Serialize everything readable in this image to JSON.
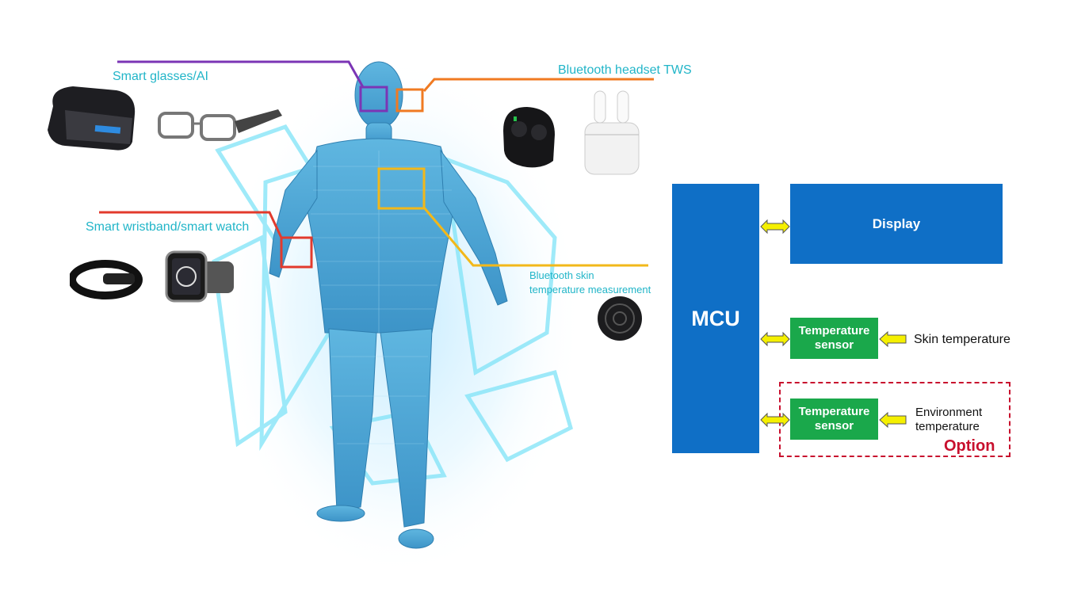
{
  "labels": {
    "smart_glasses": "Smart glasses/AI",
    "headset": "Bluetooth headset TWS",
    "wristband": "Smart wristband/smart watch",
    "skin_measure_line1": "Bluetooth skin",
    "skin_measure_line2": "temperature measurement"
  },
  "block_diagram": {
    "mcu": "MCU",
    "display": "Display",
    "sensor1_line1": "Temperature",
    "sensor1_line2": "sensor",
    "sensor2_line1": "Temperature",
    "sensor2_line2": "sensor",
    "skin_temp": "Skin temperature",
    "env_line1": "Environment",
    "env_line2": "temperature",
    "option": "Option"
  },
  "colors": {
    "label_cyan": "#21b5c8",
    "box_blue": "#0f6fc6",
    "box_green": "#1aa84b",
    "arrow_yellow": "#f5f000",
    "option_red": "#c8102e",
    "line_purple": "#7b35b5",
    "line_orange": "#f07a22",
    "line_red": "#e23a2c",
    "line_yellow": "#f2b81a"
  },
  "icons": [
    "vr-headset-icon",
    "smart-glasses-icon",
    "earbuds-case-icon",
    "airpods-case-icon",
    "wristband-icon",
    "smartwatch-icon",
    "skin-sensor-disc-icon",
    "human-body-figure"
  ]
}
